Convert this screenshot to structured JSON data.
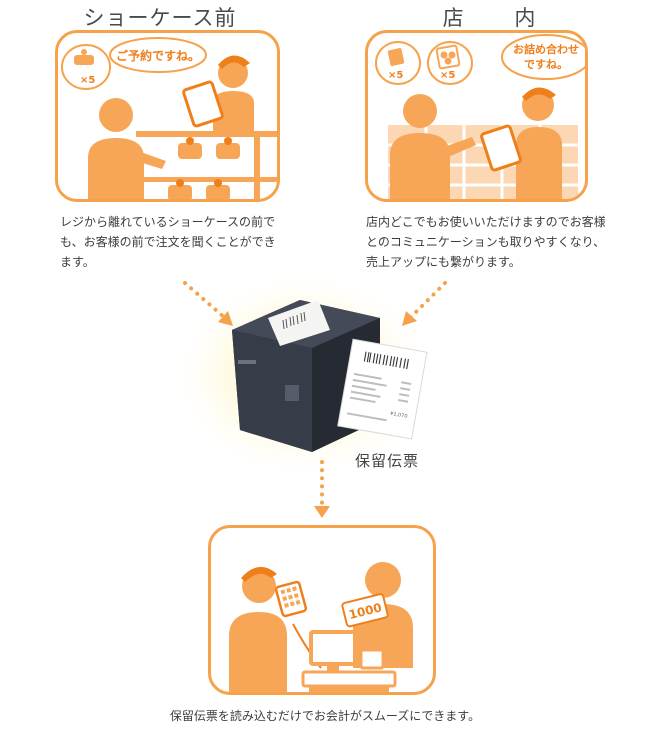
{
  "left": {
    "heading": "ショーケース前",
    "speech": "ご予約ですね。",
    "order_count": "×5",
    "description": "レジから離れているショーケースの前でも、お客様の前で注文を聞くことができます。"
  },
  "right": {
    "heading": "店 内",
    "speech_line1": "お詰め合わせ",
    "speech_line2": "ですね。",
    "order_count_1": "×5",
    "order_count_2": "×5",
    "description": "店内どこでもお使いいただけますのでお客様とのコミュニケーションも取りやすくなり、売上アップにも繋がります。"
  },
  "center": {
    "slip_label": "保留伝票",
    "receipt_total": "¥1,070"
  },
  "bottom": {
    "sign_amount": "1000",
    "description": "保留伝票を読み込むだけでお会計がスムーズにできます。"
  },
  "colors": {
    "accent": "#f5a24b",
    "figure": "#f7a658",
    "accent_dark": "#ef7f1a",
    "printer": "#2f3440"
  }
}
